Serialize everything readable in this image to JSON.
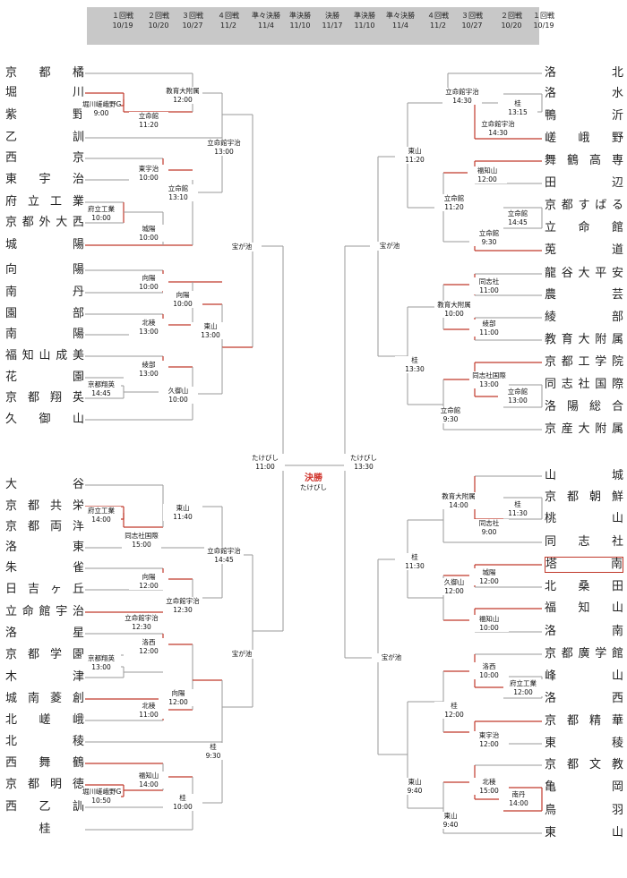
{
  "header": {
    "rounds": [
      {
        "name": "１回戦",
        "date": "10/19"
      },
      {
        "name": "２回戦",
        "date": "10/20"
      },
      {
        "name": "３回戦",
        "date": "10/27"
      },
      {
        "name": "４回戦",
        "date": "11/2"
      },
      {
        "name": "準々決勝",
        "date": "11/4"
      },
      {
        "name": "準決勝",
        "date": "11/10"
      },
      {
        "name": "決勝",
        "date": "11/17"
      },
      {
        "name": "準決勝",
        "date": "11/10"
      },
      {
        "name": "準々決勝",
        "date": "11/4"
      },
      {
        "name": "４回戦",
        "date": "11/2"
      },
      {
        "name": "３回戦",
        "date": "10/27"
      },
      {
        "name": "２回戦",
        "date": "10/20"
      },
      {
        "name": "１回戦",
        "date": "10/19"
      }
    ]
  },
  "left_teams": [
    "京都橘",
    "堀川",
    "紫野",
    "乙訓",
    "西京",
    "東宇治",
    "府立工業",
    "京都外大西",
    "城陽",
    "向陽",
    "南丹",
    "園部",
    "南陽",
    "福知山成美",
    "花園",
    "京都翔英",
    "久御山",
    "大谷",
    "京都共栄",
    "京都両洋",
    "洛東",
    "朱雀",
    "日吉ヶ丘",
    "立命館宇治",
    "洛星",
    "京都学園",
    "木津",
    "城南菱創",
    "北嵯峨",
    "北稜",
    "西舞鶴",
    "京都明徳",
    "西乙訓",
    "桂"
  ],
  "right_teams": [
    "洛北",
    "洛水",
    "鴨沂",
    "嵯峨野",
    "舞鶴高専",
    "田辺",
    "京都すばる",
    "立命館",
    "莵道",
    "龍谷大平安",
    "農芸",
    "綾部",
    "教育大附属",
    "京都工学院",
    "同志社国際",
    "洛陽総合",
    "京産大附属",
    "山城",
    "京都朝鮮",
    "桃山",
    "同志社",
    "塔南",
    "北桑田",
    "福知山",
    "洛南",
    "京都廣学館",
    "峰山",
    "洛西",
    "京都精華",
    "東稜",
    "京都文教",
    "亀岡",
    "鳥羽",
    "東山"
  ],
  "games": [
    {
      "w": "教育大附属",
      "t": "12:00"
    },
    {
      "w": "堀川嵯峨野G",
      "t": "9:00"
    },
    {
      "w": "立命館",
      "t": "11:20"
    },
    {
      "w": "立命館宇治",
      "t": "13:00"
    },
    {
      "w": "東宇治",
      "t": "10:00"
    },
    {
      "w": "立命館",
      "t": "13:10"
    },
    {
      "w": "府立工業",
      "t": "10:00"
    },
    {
      "w": "城陽",
      "t": "10:00"
    },
    {
      "w": "宝が池",
      "t": ""
    },
    {
      "w": "向陽",
      "t": "10:00"
    },
    {
      "w": "向陽",
      "t": "10:00"
    },
    {
      "w": "北稜",
      "t": "13:00"
    },
    {
      "w": "東山",
      "t": "13:00"
    },
    {
      "w": "綾部",
      "t": "13:00"
    },
    {
      "w": "京都翔英",
      "t": "14:45"
    },
    {
      "w": "久御山",
      "t": "10:00"
    },
    {
      "w": "たけびし",
      "t": "11:00"
    },
    {
      "w": "決勝",
      "t": "たけびし"
    },
    {
      "w": "たけびし",
      "t": "13:30"
    },
    {
      "w": "府立工業",
      "t": "14:00"
    },
    {
      "w": "東山",
      "t": "11:40"
    },
    {
      "w": "同志社国際",
      "t": "15:00"
    },
    {
      "w": "立命館宇治",
      "t": "14:45"
    },
    {
      "w": "向陽",
      "t": "12:00"
    },
    {
      "w": "立命館宇治",
      "t": "12:30"
    },
    {
      "w": "立命館宇治",
      "t": "12:30"
    },
    {
      "w": "宝が池",
      "t": ""
    },
    {
      "w": "洛西",
      "t": "12:00"
    },
    {
      "w": "京都翔英",
      "t": "13:00"
    },
    {
      "w": "向陽",
      "t": "12:00"
    },
    {
      "w": "北稜",
      "t": "11:00"
    },
    {
      "w": "桂",
      "t": "9:30"
    },
    {
      "w": "福知山",
      "t": "14:00"
    },
    {
      "w": "堀川嵯峨野G",
      "t": "10:50"
    },
    {
      "w": "桂",
      "t": "10:00"
    },
    {
      "w": "立命館宇治",
      "t": "14:30"
    },
    {
      "w": "桂",
      "t": "13:15"
    },
    {
      "w": "立命館宇治",
      "t": "14:30"
    },
    {
      "w": "東山",
      "t": "11:20"
    },
    {
      "w": "福知山",
      "t": "12:00"
    },
    {
      "w": "立命館",
      "t": "11:20"
    },
    {
      "w": "立命館",
      "t": "14:45"
    },
    {
      "w": "立命館",
      "t": "9:30"
    },
    {
      "w": "宝が池",
      "t": ""
    },
    {
      "w": "同志社",
      "t": "11:00"
    },
    {
      "w": "教育大附属",
      "t": "10:00"
    },
    {
      "w": "綾部",
      "t": "11:00"
    },
    {
      "w": "桂",
      "t": "13:30"
    },
    {
      "w": "同志社国際",
      "t": "13:00"
    },
    {
      "w": "立命館",
      "t": "9:30"
    },
    {
      "w": "立命館",
      "t": "13:00"
    },
    {
      "w": "教育大附属",
      "t": "14:00"
    },
    {
      "w": "桂",
      "t": "11:30"
    },
    {
      "w": "同志社",
      "t": "9:00"
    },
    {
      "w": "桂",
      "t": "11:30"
    },
    {
      "w": "城陽",
      "t": "12:00"
    },
    {
      "w": "久御山",
      "t": "12:00"
    },
    {
      "w": "福知山",
      "t": "10:00"
    },
    {
      "w": "宝が池",
      "t": ""
    },
    {
      "w": "洛西",
      "t": "10:00"
    },
    {
      "w": "府立工業",
      "t": "12:00"
    },
    {
      "w": "桂",
      "t": "12:00"
    },
    {
      "w": "東宇治",
      "t": "12:00"
    },
    {
      "w": "東山",
      "t": "9:40"
    },
    {
      "w": "北稜",
      "t": "15:00"
    },
    {
      "w": "南丹",
      "t": "14:00"
    },
    {
      "w": "東山",
      "t": "9:40"
    }
  ]
}
